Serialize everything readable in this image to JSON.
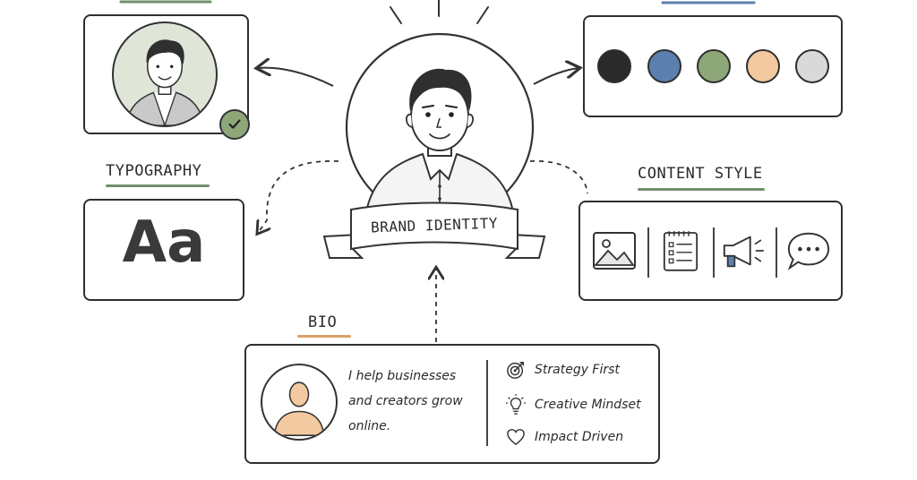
{
  "center": {
    "banner_label": "BRAND IDENTITY"
  },
  "typography": {
    "title": "TYPOGRAPHY",
    "sample": "Aa",
    "underline_color": "#6f8f6a"
  },
  "content_style": {
    "title": "CONTENT STYLE",
    "underline_color": "#6f8f6a",
    "icons": [
      "image-icon",
      "checklist-icon",
      "megaphone-icon",
      "chat-bubble-icon"
    ]
  },
  "palette": {
    "colors": [
      "#2a2a2a",
      "#5b7fae",
      "#8da779",
      "#f2c9a0",
      "#d9d9d9"
    ]
  },
  "profile_photo": {
    "badge_icon": "checkmark-icon",
    "badge_color": "#8da779",
    "bg_color": "#dfe6d8"
  },
  "bio": {
    "title": "BIO",
    "underline_color": "#d9a06a",
    "text_lines": [
      "I help businesses",
      "and creators grow",
      "online."
    ],
    "traits": [
      {
        "icon": "target-icon",
        "label": "Strategy First"
      },
      {
        "icon": "lightbulb-icon",
        "label": "Creative Mindset"
      },
      {
        "icon": "heart-icon",
        "label": "Impact Driven"
      }
    ]
  }
}
